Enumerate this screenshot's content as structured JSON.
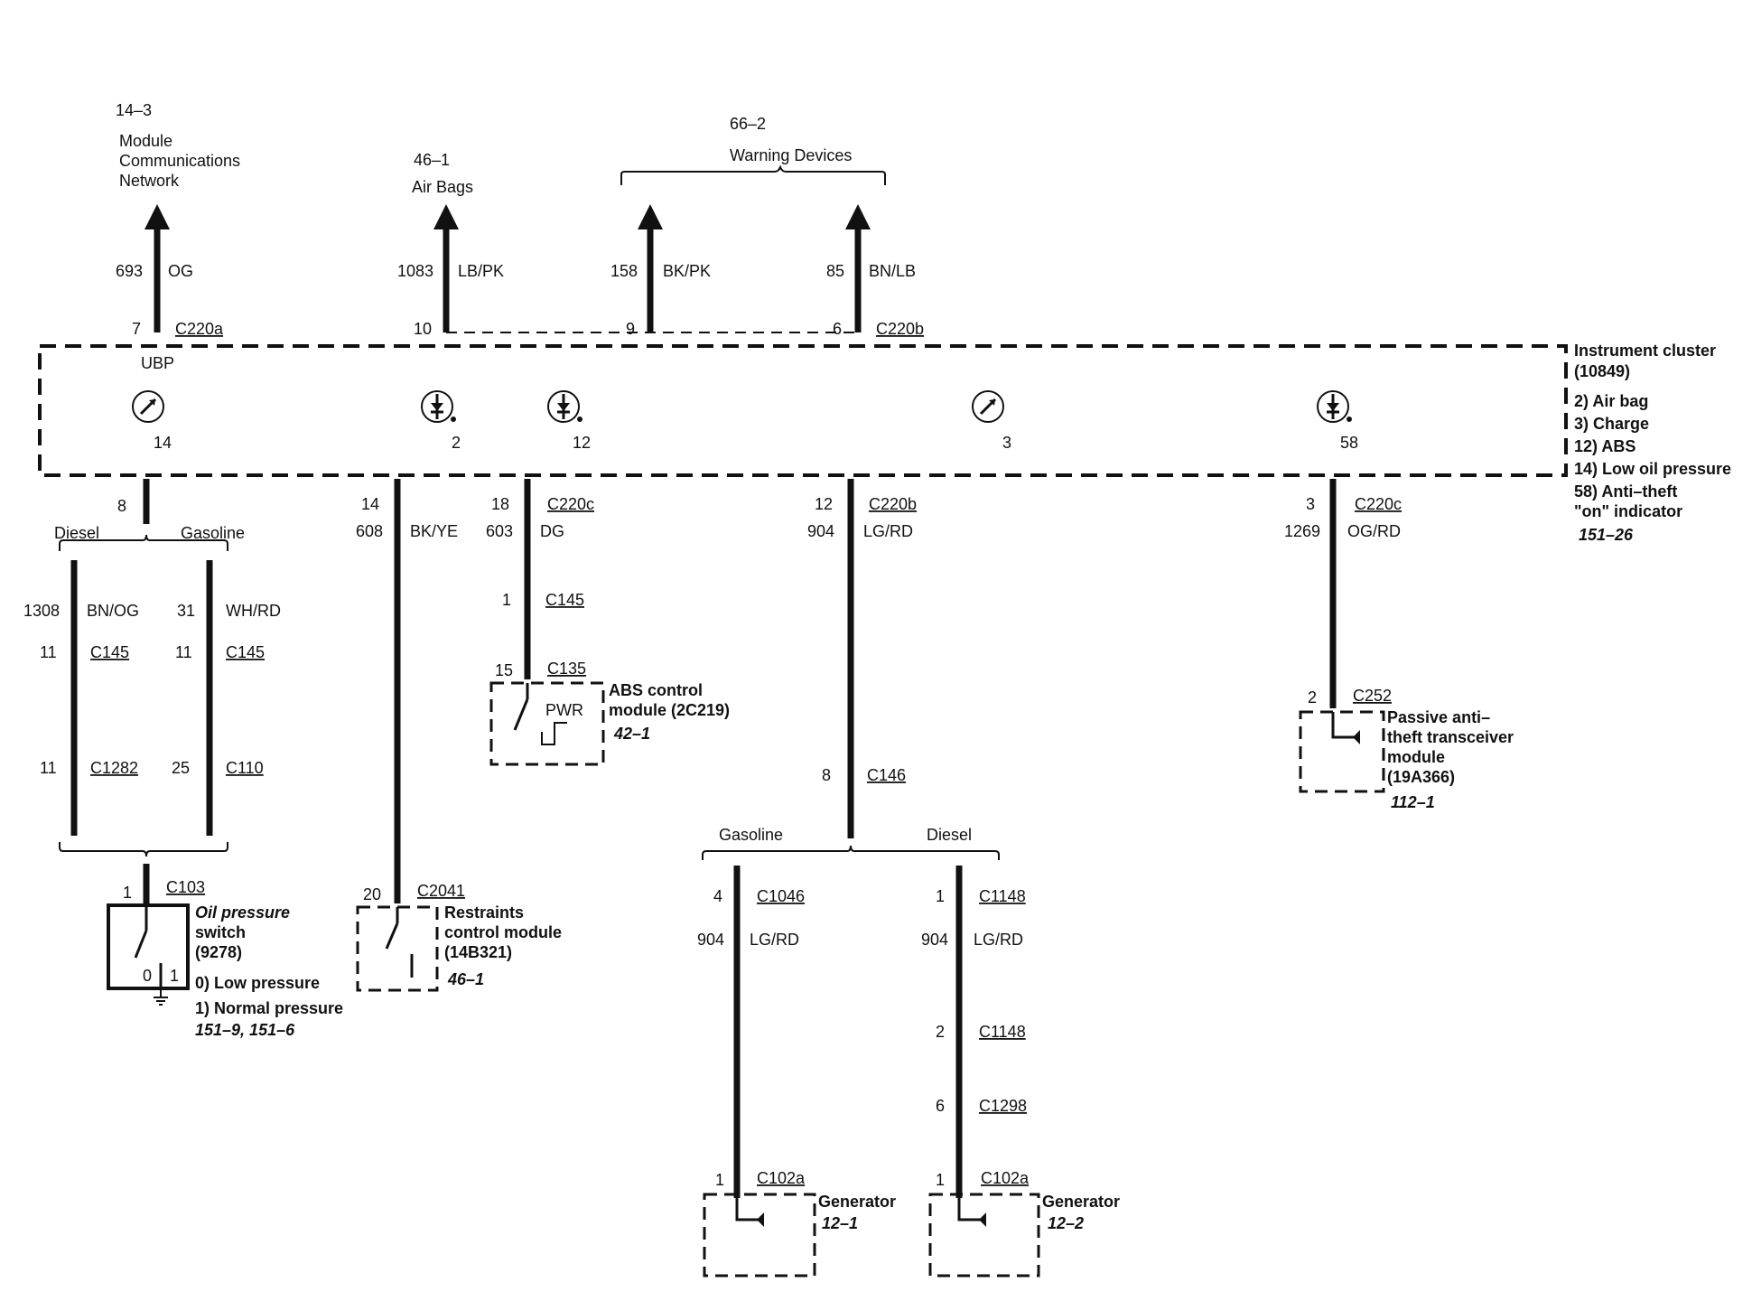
{
  "top": {
    "mcn": {
      "ref": "14–3",
      "line1": "Module",
      "line2": "Communications",
      "line3": "Network"
    },
    "airbags": {
      "ref": "46–1",
      "label": "Air Bags"
    },
    "warning": {
      "ref": "66–2",
      "label": "Warning Devices"
    }
  },
  "upper_wires": [
    {
      "circuit": "693",
      "color": "OG",
      "pin": "7",
      "connector": "C220a"
    },
    {
      "circuit": "1083",
      "color": "LB/PK",
      "pin": "10",
      "connector": ""
    },
    {
      "circuit": "158",
      "color": "BK/PK",
      "pin": "9",
      "connector": ""
    },
    {
      "circuit": "85",
      "color": "BN/LB",
      "pin": "6",
      "connector": "C220b"
    }
  ],
  "cluster": {
    "ubp": "UBP",
    "title": "Instrument cluster",
    "part": "(10849)",
    "legend": [
      "2) Air bag",
      "3) Charge",
      "12) ABS",
      "14) Low oil pressure",
      "58) Anti–theft",
      "\"on\" indicator"
    ],
    "ref": "151–26",
    "indicators": [
      {
        "num": "14",
        "icon": "gauge-icon"
      },
      {
        "num": "2",
        "icon": "diode-lamp-icon"
      },
      {
        "num": "12",
        "icon": "diode-lamp-icon"
      },
      {
        "num": "3",
        "icon": "gauge-icon"
      },
      {
        "num": "58",
        "icon": "diode-lamp-icon"
      }
    ]
  },
  "lower": {
    "oil": {
      "pin_top": "8",
      "diesel": "Diesel",
      "gasoline": "Gasoline",
      "d_circuit": "1308",
      "d_color": "BN/OG",
      "d_pin1": "11",
      "d_conn1": "C145",
      "d_pin2": "11",
      "d_conn2": "C1282",
      "g_circuit": "31",
      "g_color": "WH/RD",
      "g_pin1": "11",
      "g_conn1": "C145",
      "g_pin2": "25",
      "g_conn2": "C110",
      "sw_pin": "1",
      "sw_conn": "C103",
      "sw_title1": "Oil pressure",
      "sw_title2": "switch",
      "sw_part": "(9278)",
      "sw_state0": "0) Low pressure",
      "sw_state1": "1) Normal pressure",
      "sw_ref": "151–9, 151–6",
      "sw_pos0": "0",
      "sw_pos1": "1"
    },
    "restraints": {
      "pin_top": "14",
      "circuit": "608",
      "color": "BK/YE",
      "pin_bot": "20",
      "conn_bot": "C2041",
      "title1": "Restraints",
      "title2": "control module",
      "part": "(14B321)",
      "ref": "46–1"
    },
    "abs": {
      "pin_top": "18",
      "conn_top": "C220c",
      "circuit": "603",
      "color": "DG",
      "pin_mid": "1",
      "conn_mid": "C145",
      "pin_bot": "15",
      "conn_bot": "C135",
      "pwr": "PWR",
      "title1": "ABS control",
      "title2": "module (2C219)",
      "ref": "42–1"
    },
    "charge": {
      "pin_top": "12",
      "conn_top": "C220b",
      "circuit": "904",
      "color": "LG/RD",
      "pin_mid": "8",
      "conn_mid": "C146",
      "gasoline": "Gasoline",
      "diesel": "Diesel",
      "g_pin1": "4",
      "g_conn1": "C1046",
      "g_circuit": "904",
      "g_color": "LG/RD",
      "g_pin2": "1",
      "g_conn2": "C102a",
      "g_title": "Generator",
      "g_ref": "12–1",
      "d_pin1": "1",
      "d_conn1": "C1148",
      "d_circuit": "904",
      "d_color": "LG/RD",
      "d_pin2": "2",
      "d_conn2": "C1148",
      "d_pin3": "6",
      "d_conn3": "C1298",
      "d_pin4": "1",
      "d_conn4": "C102a",
      "d_title": "Generator",
      "d_ref": "12–2"
    },
    "pats": {
      "pin_top": "3",
      "conn_top": "C220c",
      "circuit": "1269",
      "color": "OG/RD",
      "pin_bot": "2",
      "conn_bot": "C252",
      "title1": "Passive anti–",
      "title2": "theft transceiver",
      "title3": "module",
      "part": "(19A366)",
      "ref": "112–1"
    }
  }
}
